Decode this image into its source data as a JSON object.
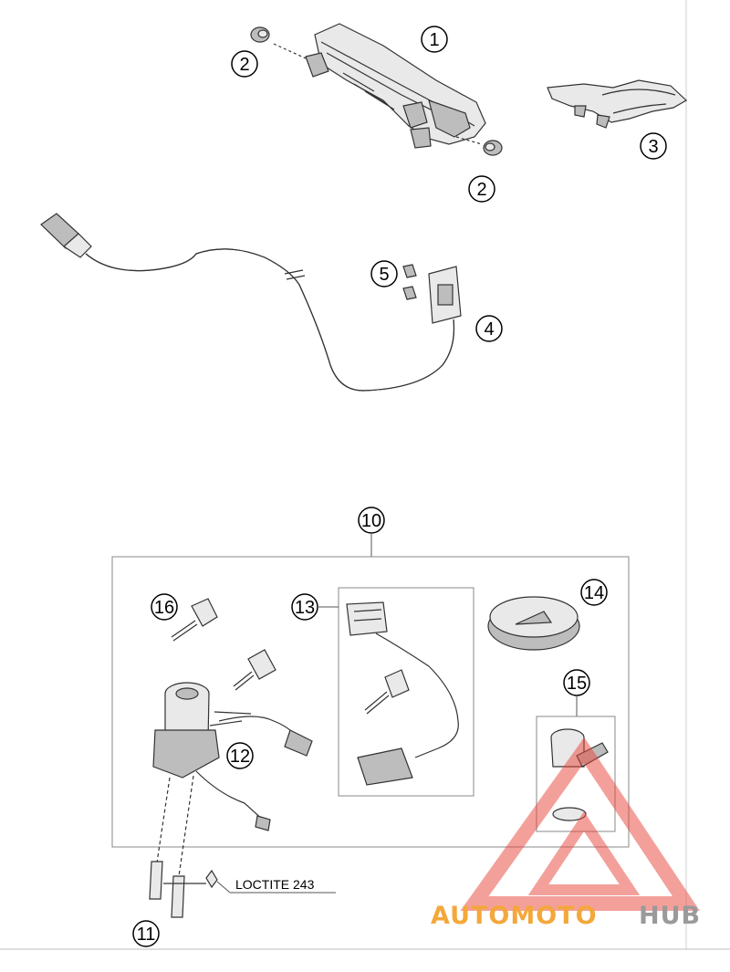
{
  "callouts": {
    "c1": "1",
    "c2a": "2",
    "c2b": "2",
    "c3": "3",
    "c4": "4",
    "c5": "5",
    "c10": "10",
    "c11": "11",
    "c12": "12",
    "c13": "13",
    "c14": "14",
    "c15": "15",
    "c16": "16"
  },
  "label_loctite": "LOCTITE 243",
  "watermark": {
    "part1": "AUTOMOTO",
    "part2": "HUB"
  },
  "colors": {
    "watermark_red": "#e8453a",
    "watermark_orange": "#f4a73a",
    "watermark_gray": "#9a9a9a"
  }
}
